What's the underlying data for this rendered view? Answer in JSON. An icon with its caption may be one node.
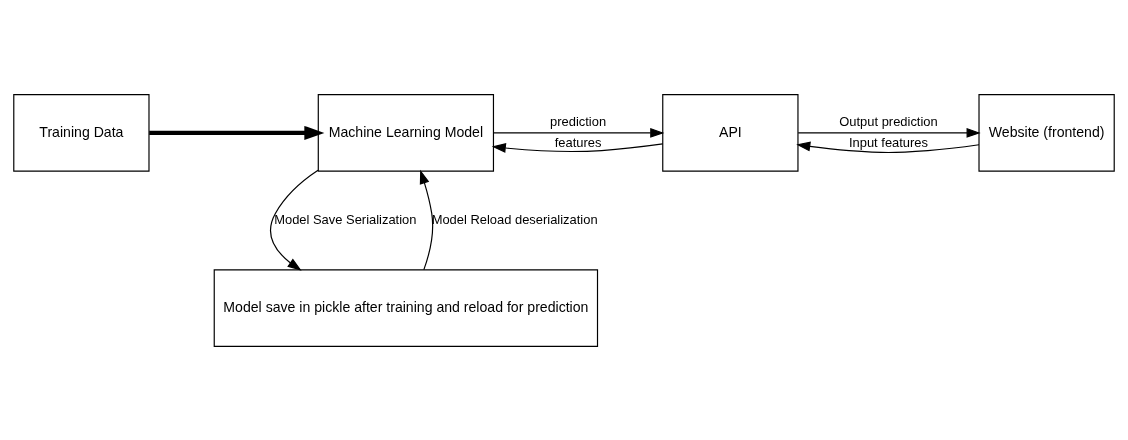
{
  "diagram": {
    "nodes": [
      {
        "text": [
          "Training Data"
        ]
      },
      {
        "text": [
          "Machine Learning Model"
        ]
      },
      {
        "text": [
          "API"
        ]
      },
      {
        "text": [
          "Website (frontend)"
        ]
      },
      {
        "text": [
          "Model save in pickle after training and reload for prediction"
        ]
      }
    ],
    "edges": [
      {
        "from": 0,
        "to": 1,
        "arrow": "to",
        "style": "thick"
      },
      {
        "from": 2,
        "to": 1,
        "arrow": "to",
        "label": "features"
      },
      {
        "from": 1,
        "to": 2,
        "arrow": "to",
        "label": "prediction"
      },
      {
        "from": 3,
        "to": 2,
        "arrow": "to",
        "label": "Input features"
      },
      {
        "from": 2,
        "to": 3,
        "arrow": "to",
        "label": "Output prediction"
      },
      {
        "from": 1,
        "to": 4,
        "arrow": "to",
        "label": "Model Save Serialization"
      },
      {
        "from": 4,
        "to": 1,
        "arrow": "to",
        "label": "Model Reload deserialization"
      }
    ]
  }
}
